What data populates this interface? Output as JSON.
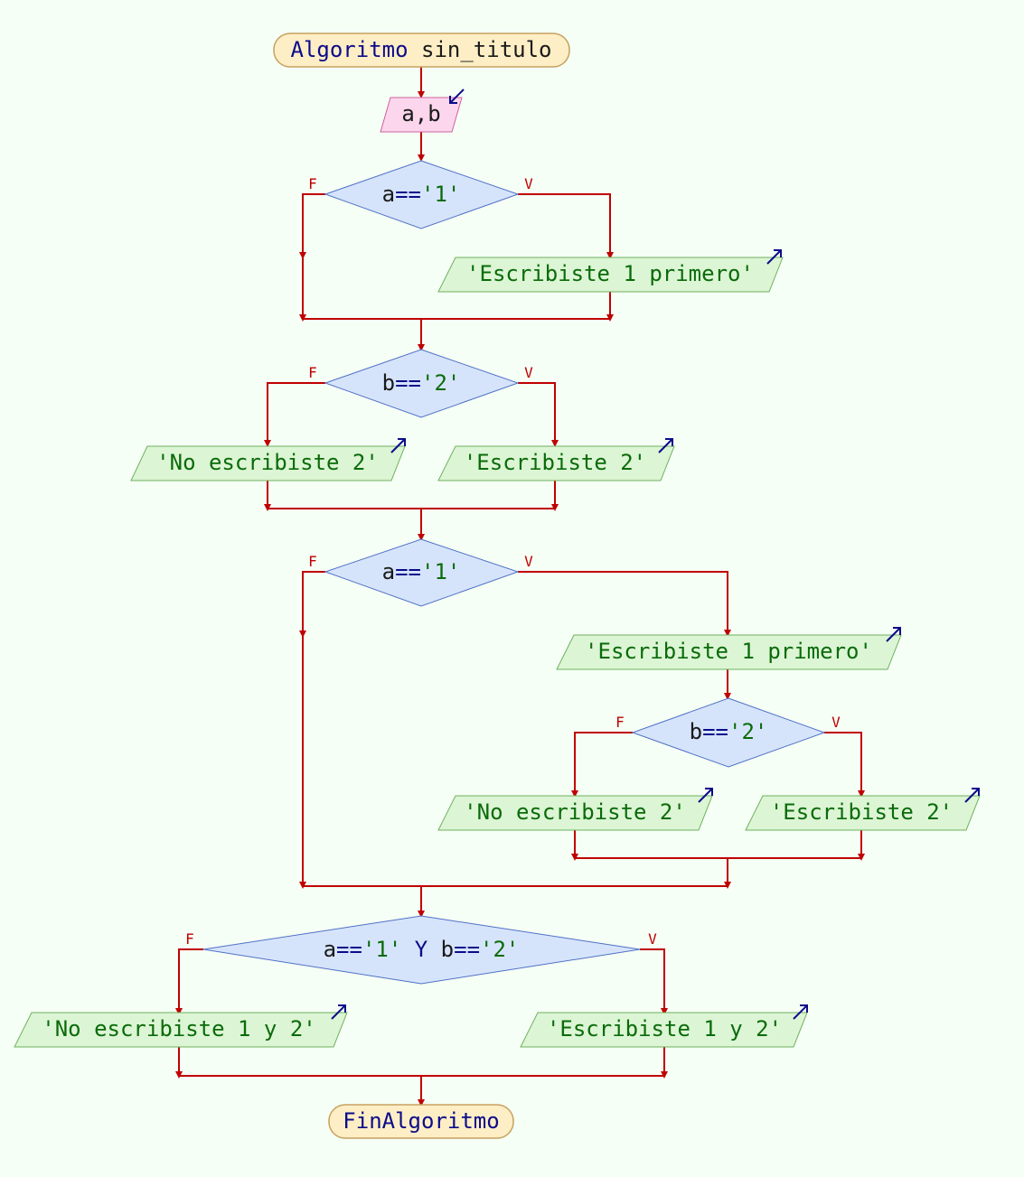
{
  "start": {
    "keyword": "Algoritmo",
    "name": "sin_titulo"
  },
  "input": {
    "vars": "a,b"
  },
  "decisions": {
    "d1": {
      "left": "a",
      "op": "==",
      "right": "'1'"
    },
    "d2": {
      "left": "b",
      "op": "==",
      "right": "'2'"
    },
    "d3": {
      "left": "a",
      "op": "==",
      "right": "'1'"
    },
    "d4": {
      "left": "b",
      "op": "==",
      "right": "'2'"
    },
    "d5": {
      "left1": "a",
      "op1": "==",
      "right1": "'1'",
      "and": "Y",
      "left2": "b",
      "op2": "==",
      "right2": "'2'"
    }
  },
  "outputs": {
    "o1": "'Escribiste 1 primero'",
    "o2": "'No escribiste 2'",
    "o3": "'Escribiste 2'",
    "o4": "'Escribiste 1 primero'",
    "o5": "'No escribiste 2'",
    "o6": "'Escribiste 2'",
    "o7": "'No escribiste 1 y 2'",
    "o8": "'Escribiste 1 y 2'"
  },
  "branch_labels": {
    "false": "F",
    "true": "V"
  },
  "end": {
    "keyword": "FinAlgoritmo"
  },
  "colors": {
    "edge": "#c00000",
    "terminal": "#fdeec5",
    "input": "#fcd6ec",
    "output": "#dcf5d4",
    "decision": "#d6e4fb",
    "keyword": "#0c0c8a",
    "string": "#0a6b0a"
  }
}
